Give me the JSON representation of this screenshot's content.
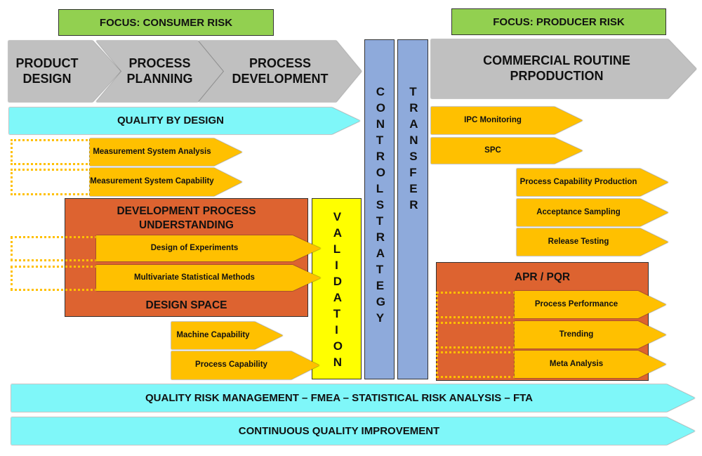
{
  "focus": {
    "consumer": "FOCUS: CONSUMER RISK",
    "producer": "FOCUS: PRODUCER RISK"
  },
  "phases": [
    "PRODUCT DESIGN",
    "PROCESS PLANNING",
    "PROCESS DEVELOPMENT",
    "COMMERCIAL ROUTINE PRPODUCTION"
  ],
  "vertical": {
    "control_strategy": "CONTROL STRATEGY",
    "transfer": "TRANSFER",
    "validation": "VALIDATION"
  },
  "qbd": "QUALITY BY DESIGN",
  "measurement": [
    "Measurement System Analysis",
    "Measurement System Capability"
  ],
  "dev_box": {
    "title": "DEVELOPMENT PROCESS UNDERSTANDING",
    "items": [
      "Design of Experiments",
      "Multivariate Statistical Methods"
    ],
    "footer": "DESIGN SPACE"
  },
  "capability": [
    "Machine Capability",
    "Process Capability"
  ],
  "monitoring": [
    "IPC Monitoring",
    "SPC"
  ],
  "production": [
    "Process Capability Production",
    "Acceptance Sampling",
    "Release Testing"
  ],
  "apr_box": {
    "title": "APR / PQR",
    "items": [
      "Process Performance",
      "Trending",
      "Meta Analysis"
    ]
  },
  "bottom": [
    "QUALITY RISK MANAGEMENT – FMEA –  STATISTICAL RISK ANALYSIS – FTA",
    "CONTINUOUS QUALITY IMPROVEMENT"
  ],
  "colors": {
    "gray": "#c0c0c0",
    "cyan": "#7ff7f9",
    "gold": "#ffc000",
    "orange": "#dd6330",
    "blue": "#8eaadb",
    "yellow": "#ffff00",
    "green": "#92d050"
  }
}
